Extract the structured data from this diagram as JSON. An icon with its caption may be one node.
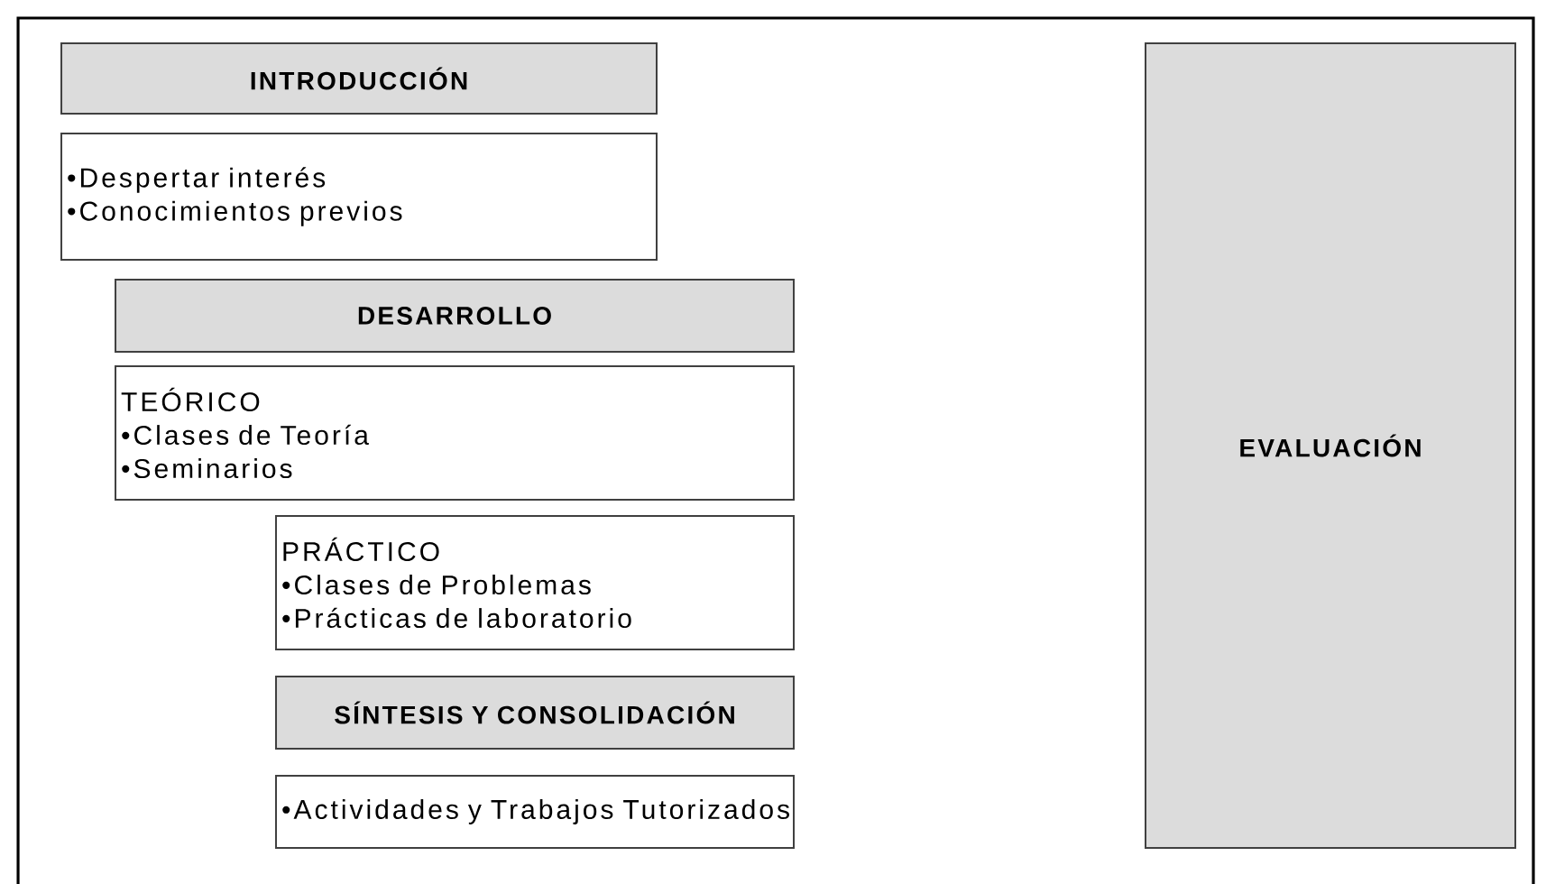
{
  "diagram": {
    "nodes": [
      {
        "text": [
          "INTRODUCCIÓN"
        ]
      },
      {
        "text": [
          "•Despertar interés",
          "•Conocimientos previos"
        ]
      },
      {
        "text": [
          "DESARROLLO"
        ]
      },
      {
        "text": [
          "TEÓRICO",
          "•Clases de Teoría",
          "•Seminarios"
        ]
      },
      {
        "text": [
          "PRÁCTICO",
          "•Clases de Problemas",
          "•Prácticas de laboratorio"
        ]
      },
      {
        "text": [
          "SÍNTESIS Y CONSOLIDACIÓN"
        ]
      },
      {
        "text": [
          "•Actividades y Trabajos Tutorizados"
        ]
      },
      {
        "text": [
          "EVALUACIÓN"
        ]
      }
    ]
  }
}
